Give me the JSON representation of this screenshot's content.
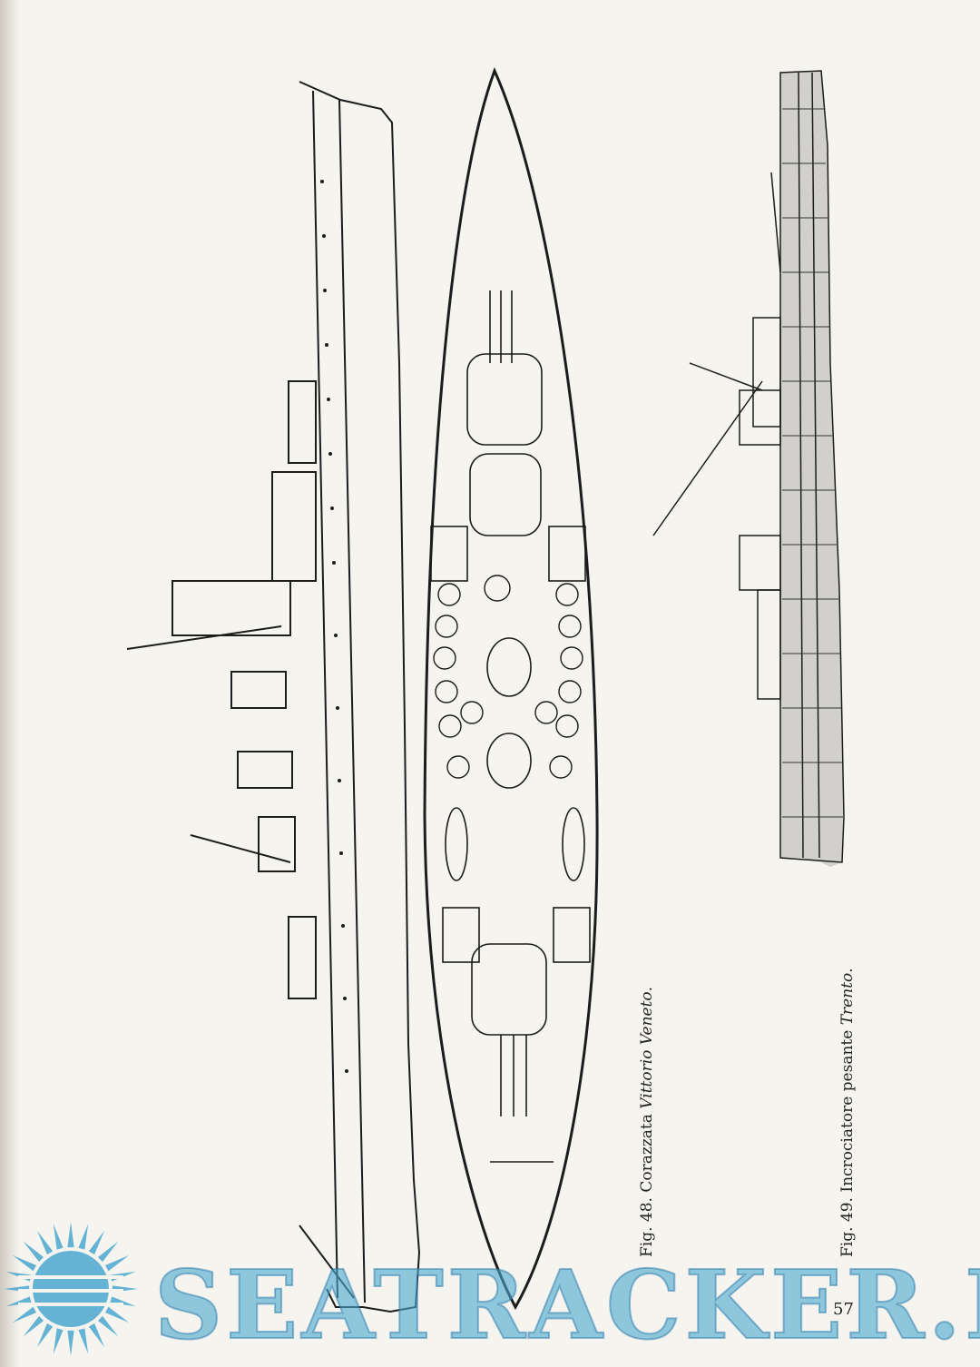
{
  "figures": [
    {
      "prefix": "Fig. 48. Corazzata ",
      "name": "Vittorio Veneto",
      "suffix": "."
    },
    {
      "prefix": "Fig. 49. Incrociatore pesante ",
      "name": "Trento",
      "suffix": "."
    }
  ],
  "page_number": "57",
  "watermark": {
    "text": "SEATRACKER.RU",
    "color": "#4aa7cf"
  }
}
